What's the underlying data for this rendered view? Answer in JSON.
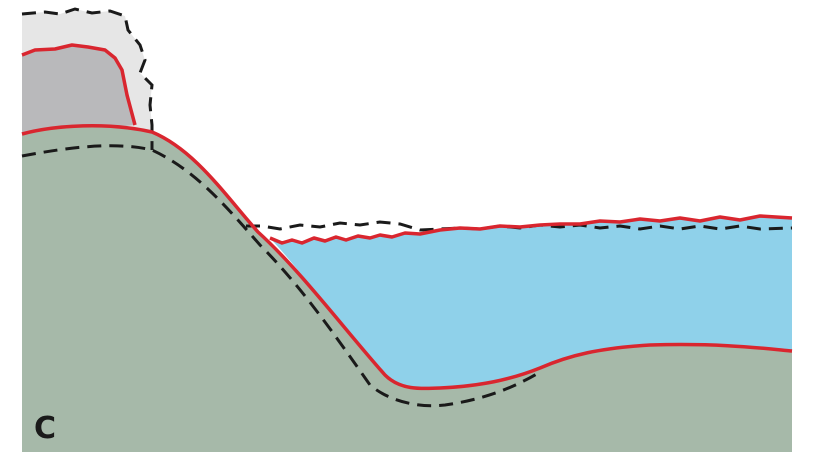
{
  "panel": {
    "label": "C"
  },
  "colors": {
    "background": "#ffffff",
    "land": "#a6b9a9",
    "water": "#8fd1ea",
    "ice_current": "#b9b9bb",
    "ice_former": "#e6e6e6",
    "current_outline": "#d9262f",
    "former_outline": "#1a1a1a",
    "label_text": "#1a1a1a"
  },
  "legend_semantics": {
    "land": "land-surface",
    "water": "lake-water",
    "ice_current": "current-ice-cap",
    "ice_former": "former-ice-extent",
    "current_outline": "current-profile-solid-red",
    "former_outline": "former-profile-dashed-black"
  }
}
